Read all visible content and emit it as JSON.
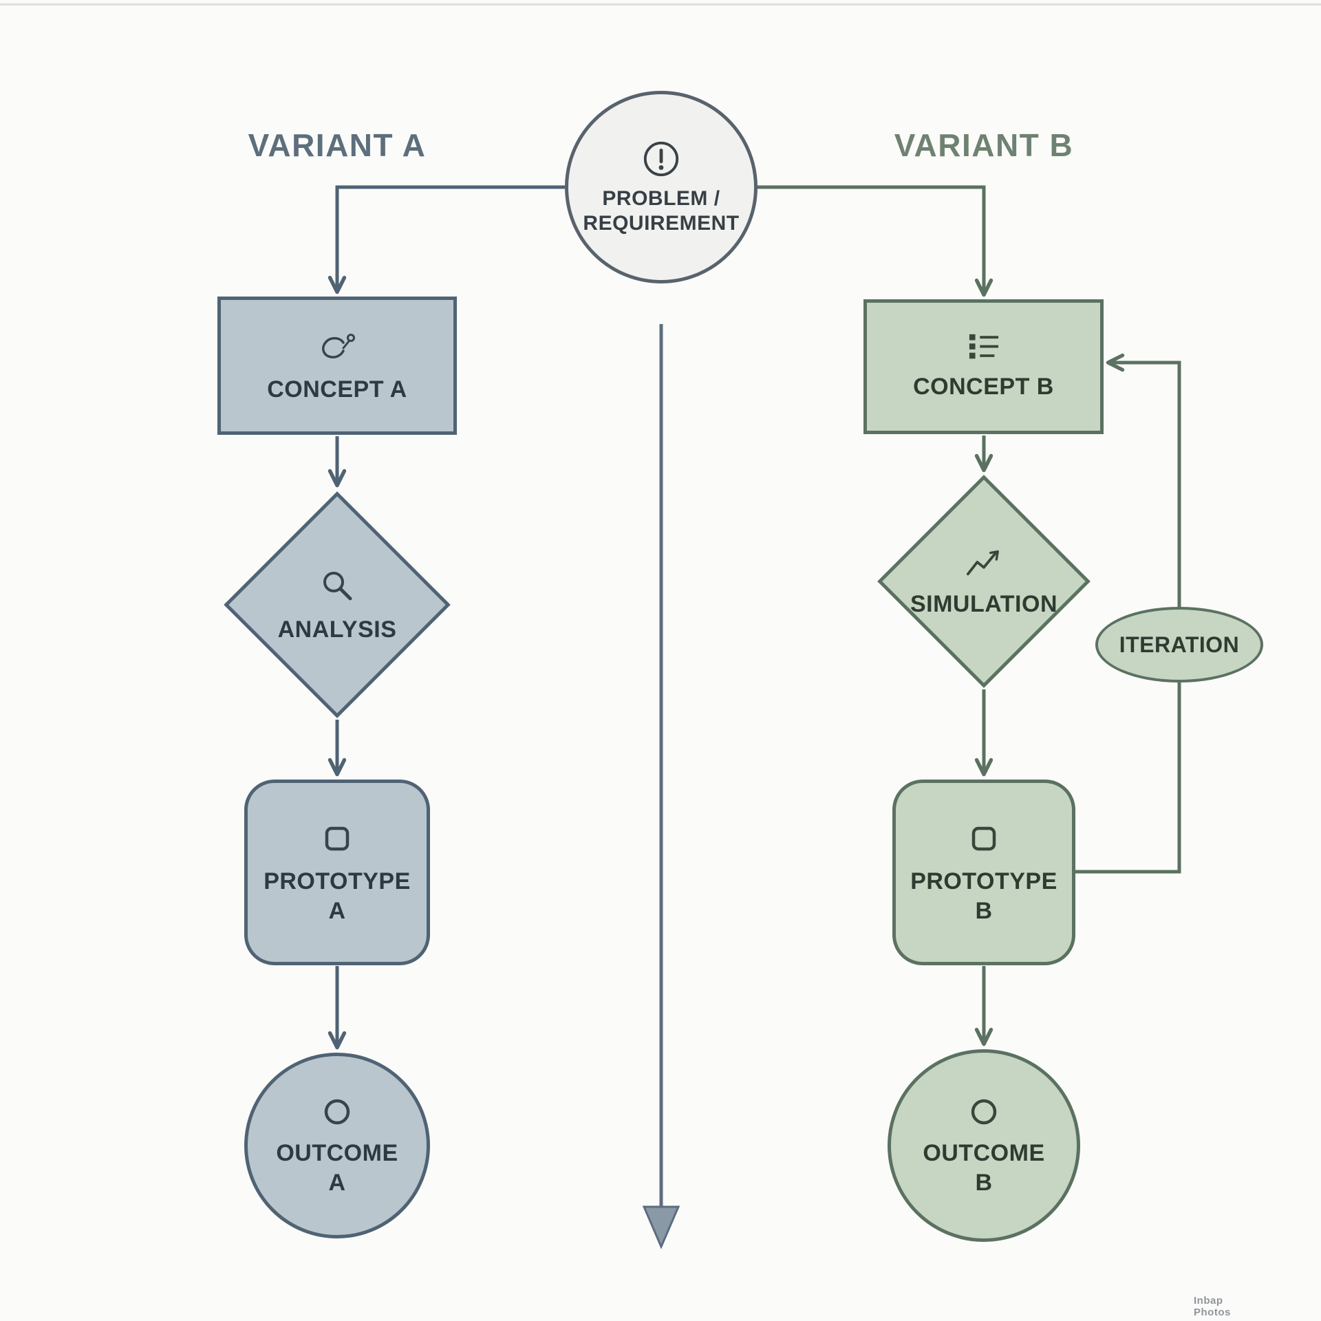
{
  "diagram": {
    "variant_a_title": "VARIANT A",
    "variant_b_title": "VARIANT B"
  },
  "nodes": {
    "problem": {
      "line1": "PROBLEM /",
      "line2": "REQUIREMENT"
    },
    "concept_a": {
      "label": "CONCEPT A"
    },
    "analysis": {
      "label": "ANALYSIS"
    },
    "prototype_a": {
      "line1": "PROTOTYPE",
      "line2": "A"
    },
    "outcome_a": {
      "line1": "OUTCOME",
      "line2": "A"
    },
    "concept_b": {
      "label": "CONCEPT B"
    },
    "simulation": {
      "label": "SIMULATION"
    },
    "iteration": {
      "label": "ITERATION"
    },
    "prototype_b": {
      "line1": "PROTOTYPE",
      "line2": "B"
    },
    "outcome_b": {
      "line1": "OUTCOME",
      "line2": "B"
    }
  },
  "icons": {
    "problem": "exclamation-circle-icon",
    "concept_a": "sketch-icon",
    "analysis": "magnifier-icon",
    "concept_b": "list-icon",
    "simulation": "trend-chart-icon",
    "prototype": "square-outline-icon",
    "outcome": "circle-outline-icon"
  },
  "watermark": {
    "line1": "Inbap",
    "line2": "Photos"
  },
  "colors": {
    "background": "#fbfbf9",
    "variant_a_fill": "#b9c6ce",
    "variant_a_border": "#4f6374",
    "variant_a_title": "#5d6e7c",
    "variant_a_text": "#2e3940",
    "variant_b_fill": "#c6d6c3",
    "variant_b_border": "#5b7161",
    "variant_b_title": "#6f8272",
    "variant_b_text": "#2f3b31",
    "problem_fill": "#f1f1ef",
    "problem_border": "#58636c",
    "problem_text": "#373f46",
    "center_arrow": "#5d6d7e",
    "center_arrowhead_fill": "#8a99a6"
  }
}
